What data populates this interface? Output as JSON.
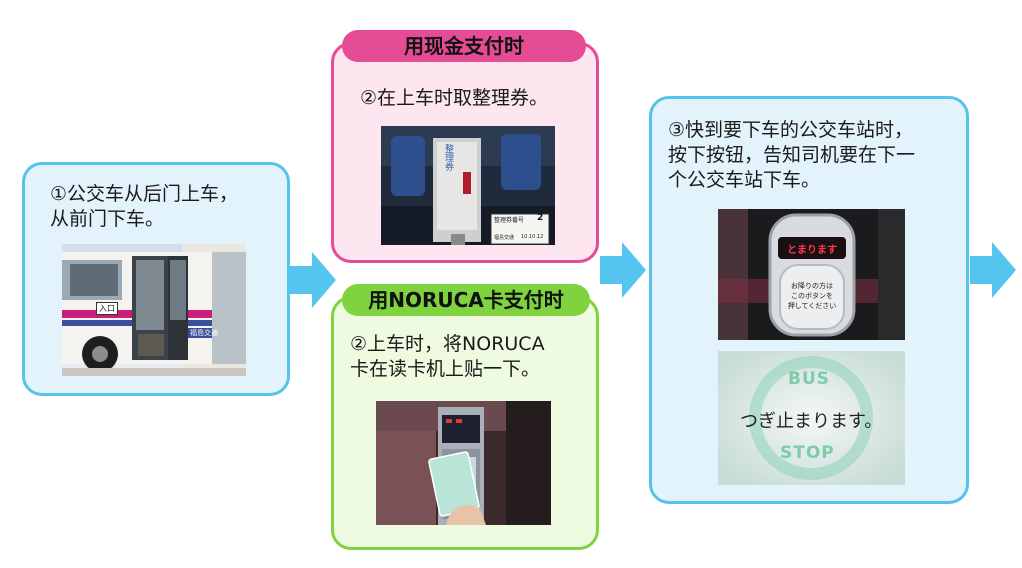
{
  "steps": {
    "step1": {
      "text": "①公交车从后门上车，\n从前门下车。"
    },
    "cash": {
      "header": "用现金支付时",
      "text": "②在上车时取整理券。"
    },
    "card": {
      "header": "用NORUCA卡支付时",
      "text": "②上车时，将NORUCA\n卡在读卡机上贴一下。"
    },
    "step3": {
      "text": "③快到要下车的公交车站时，\n按下按钮，告知司机要在下一\n个公交车站下车。"
    }
  },
  "photos": {
    "bus": {
      "sign": "入口",
      "company": "福島交通"
    },
    "ticket": {
      "vertical_label": "整理券",
      "ticket_label": "整理券番号",
      "ticket_number": "2",
      "ticket_company": "福島交通",
      "ticket_date": "10.10.12"
    },
    "button": {
      "lamp": "とまります",
      "caption_line1": "お降りの方は",
      "caption_line2": "このボタンを",
      "caption_line3": "押してください"
    },
    "stop_sign": {
      "top": "BUS",
      "main": "つぎ止まります。",
      "bottom": "STOP"
    }
  },
  "colors": {
    "blue_border": "#56c3ea",
    "pink_accent": "#e64c95",
    "green_accent": "#7ed33f",
    "arrow": "#55c4ef"
  }
}
